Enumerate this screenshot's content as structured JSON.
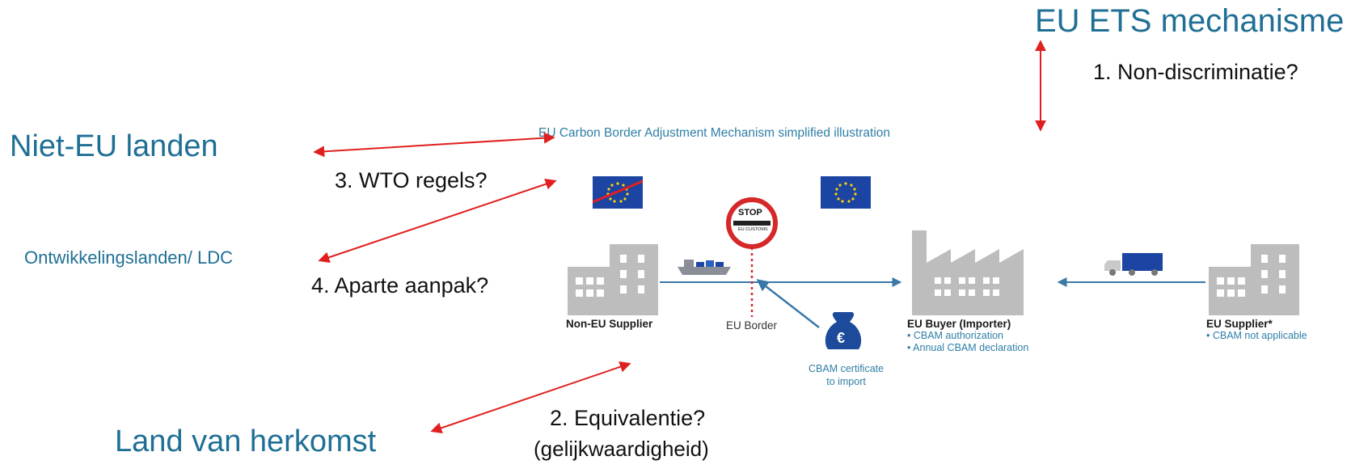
{
  "headings": {
    "eu_ets": "EU ETS mechanisme",
    "niet_eu": "Niet-EU landen",
    "ontwikkeling": "Ontwikkelingslanden/ LDC",
    "land_herkomst": "Land van herkomst",
    "gelijkwaardigheid": "(gelijkwaardigheid)"
  },
  "questions": {
    "q1": "1. Non-discriminatie?",
    "q2": "2. Equivalentie?",
    "q3": "3. WTO regels?",
    "q4": "4. Aparte aanpak?"
  },
  "diagram": {
    "title": "EU Carbon Border Adjustment Mechanism simplified illustration",
    "stop_sign_text": "STOP",
    "stop_sign_sub": "EU CUSTOMS",
    "non_eu_supplier": "Non-EU Supplier",
    "eu_border": "EU Border",
    "cbam_certificate_line1": "CBAM certificate",
    "cbam_certificate_line2": "to import",
    "euro_symbol": "€",
    "eu_buyer": "EU Buyer (Importer)",
    "eu_buyer_points": [
      "• CBAM authorization",
      "• Annual CBAM declaration"
    ],
    "eu_supplier": "EU Supplier*",
    "eu_supplier_points": [
      "• CBAM not applicable"
    ]
  },
  "colors": {
    "heading_blue": "#1f6f95",
    "diagram_blue": "#2e7fa6",
    "arrow_red": "#e02020",
    "building_grey": "#bdbdbd",
    "eu_flag_blue": "#1b44a3",
    "stop_red": "#d62828"
  },
  "icons": [
    "eu-flag-icon",
    "eu-flag-crossed-icon",
    "stop-sign-icon",
    "ship-icon",
    "truck-icon",
    "money-bag-icon",
    "building-icon",
    "factory-icon"
  ]
}
